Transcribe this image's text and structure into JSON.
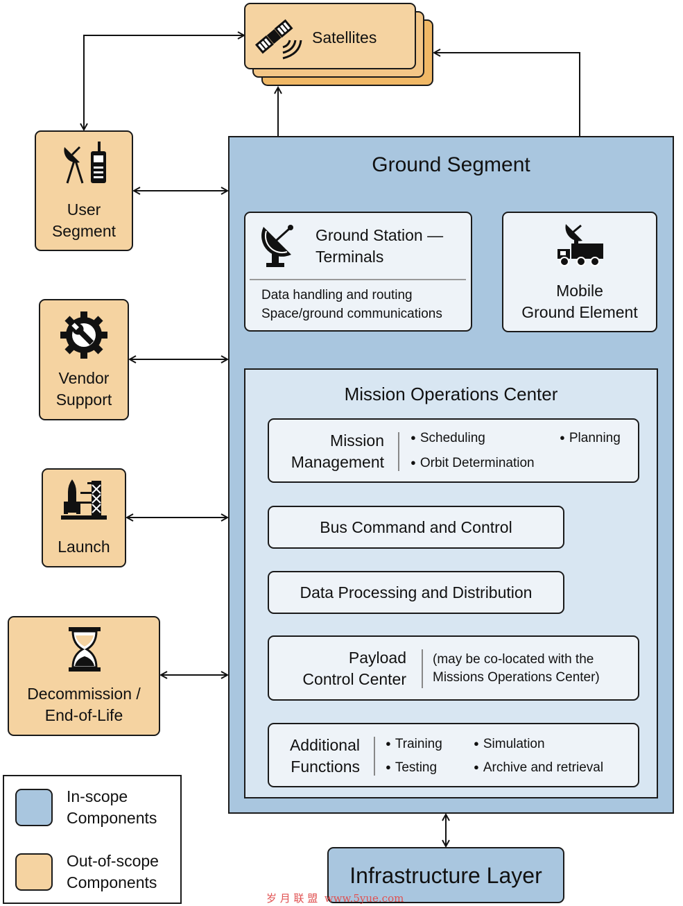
{
  "satellites": {
    "label": "Satellites",
    "icon": "satellite-icon"
  },
  "user_segment": {
    "line1": "User",
    "line2": "Segment",
    "icon": "radio-antenna-icon"
  },
  "vendor_support": {
    "line1": "Vendor",
    "line2": "Support",
    "icon": "gear-wrench-icon"
  },
  "launch": {
    "label": "Launch",
    "icon": "rocket-launch-tower-icon"
  },
  "decommission": {
    "line1": "Decommission /",
    "line2": "End-of-Life",
    "icon": "hourglass-icon"
  },
  "ground_segment": {
    "title": "Ground Segment",
    "ground_station": {
      "line1": "Ground Station —",
      "line2": "Terminals",
      "detail1": "Data handling and routing",
      "detail2": "Space/ground communications",
      "icon": "satellite-dish-icon"
    },
    "mobile": {
      "line1": "Mobile",
      "line2": "Ground Element",
      "icon": "dish-truck-icon"
    },
    "moc": {
      "title": "Mission Operations Center",
      "mission_management": {
        "line1": "Mission",
        "line2": "Management",
        "bullets": [
          "Scheduling",
          "Planning",
          "Orbit Determination"
        ]
      },
      "bus_command": "Bus Command and Control",
      "data_processing": "Data Processing and Distribution",
      "payload": {
        "line1": "Payload",
        "line2": "Control Center",
        "note1": "(may be co-located with the",
        "note2": "Missions Operations Center)"
      },
      "additional": {
        "line1": "Additional",
        "line2": "Functions",
        "bullets": [
          "Training",
          "Simulation",
          "Testing",
          "Archive and retrieval"
        ]
      }
    }
  },
  "infrastructure": "Infrastructure Layer",
  "legend": {
    "in_scope_line1": "In-scope",
    "in_scope_line2": "Components",
    "out_scope_line1": "Out-of-scope",
    "out_scope_line2": "Components"
  },
  "colors": {
    "in_scope": "#a9c6df",
    "out_of_scope": "#f5d3a1"
  },
  "watermark": "岁 月 联 盟  www.5yue.com"
}
